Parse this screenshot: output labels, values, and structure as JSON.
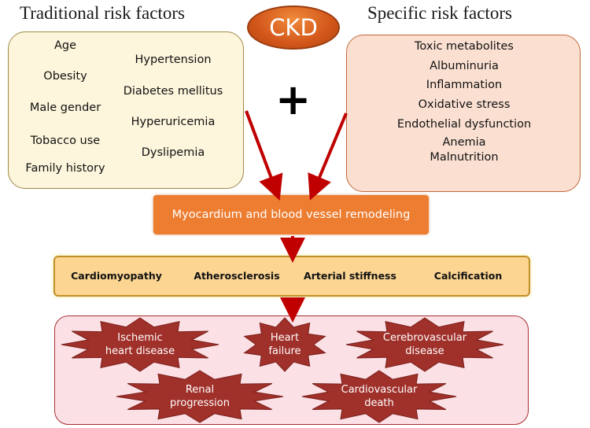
{
  "headings": {
    "traditional": "Traditional risk factors",
    "specific": "Specific risk factors"
  },
  "center_label": "CKD",
  "plus_symbol": "+",
  "traditional_factors": {
    "left_column": [
      "Age",
      "Obesity",
      "Male gender",
      "Tobacco use",
      "Family history"
    ],
    "right_column": [
      "Hypertension",
      "Diabetes mellitus",
      "Hyperuricemia",
      "Dyslipemia"
    ]
  },
  "specific_factors": [
    "Toxic metabolites",
    "Albuminuria",
    "Inflammation",
    "Oxidative stress",
    "Endothelial dysfunction",
    "Anemia",
    "Malnutrition"
  ],
  "remodeling": "Myocardium and blood vessel remodeling",
  "conditions": [
    "Cardiomyopathy",
    "Atherosclerosis",
    "Arterial stiffness",
    "Calcification"
  ],
  "outcomes": {
    "ischemic": [
      "Ischemic",
      "heart disease"
    ],
    "heart_failure": [
      "Heart",
      "failure"
    ],
    "cerebrovascular": [
      "Cerebrovascular",
      "disease"
    ],
    "renal": [
      "Renal",
      "progression"
    ],
    "cardiovascular_death": [
      "Cardiovascular",
      "death"
    ]
  },
  "colors": {
    "arrow": "#c00000",
    "star": "#a0302a",
    "remodel_fill": "#ed7d31",
    "ckd_fill": "#d2561a"
  }
}
